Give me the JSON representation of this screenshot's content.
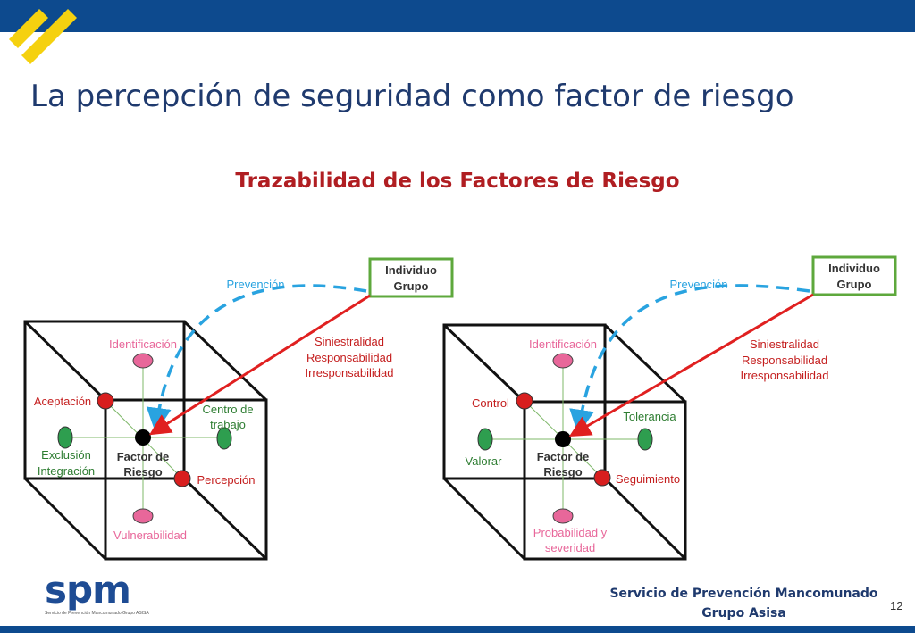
{
  "slide": {
    "title": "La percepción de seguridad como factor de riesgo",
    "diagram_title": "Trazabilidad de los Factores de Riesgo",
    "page_number": "12"
  },
  "left_diagram": {
    "box_label": "Individuo\nGrupo",
    "prevention_label": "Prevención",
    "side_labels": "Siniestralidad\nResponsabilidad\nIrresponsabilidad",
    "top": "Identificación",
    "bottom": "Vulnerabilidad",
    "left_outer": "Aceptación",
    "left": "Exclusión\nIntegración",
    "right": "Centro de\ntrabajo",
    "right_lower": "Percepción",
    "center": "Factor de\nRiesgo"
  },
  "right_diagram": {
    "box_label": "Individuo\nGrupo",
    "prevention_label": "Prevención",
    "side_labels": "Siniestralidad\nResponsabilidad\nIrresponsabilidad",
    "top": "Identificación",
    "bottom": "Probabilidad y\nseveridad",
    "left_outer": "Control",
    "left": "Valorar",
    "right": "Tolerancia",
    "right_lower": "Seguimiento",
    "center": "Factor de\nRiesgo"
  },
  "footer": {
    "org_line1": "Servicio de Prevención Mancomunado",
    "org_line2": "Grupo Asisa"
  },
  "logo": {
    "word": "spm",
    "subtitle": "Servicio de Prevención Mancomunado Grupo ASISA"
  },
  "colors": {
    "brand_blue": "#0d4a8e",
    "title_blue": "#1f3a6e",
    "accent_red": "#b01e22",
    "arrow_red": "#e02020",
    "dashed_blue": "#29a3e0",
    "pink_node": "#e8679a",
    "green_node": "#2e9e4f",
    "red_node": "#d81e1e",
    "box_green": "#5ea83c",
    "stripe_yellow": "#f5d10f"
  }
}
